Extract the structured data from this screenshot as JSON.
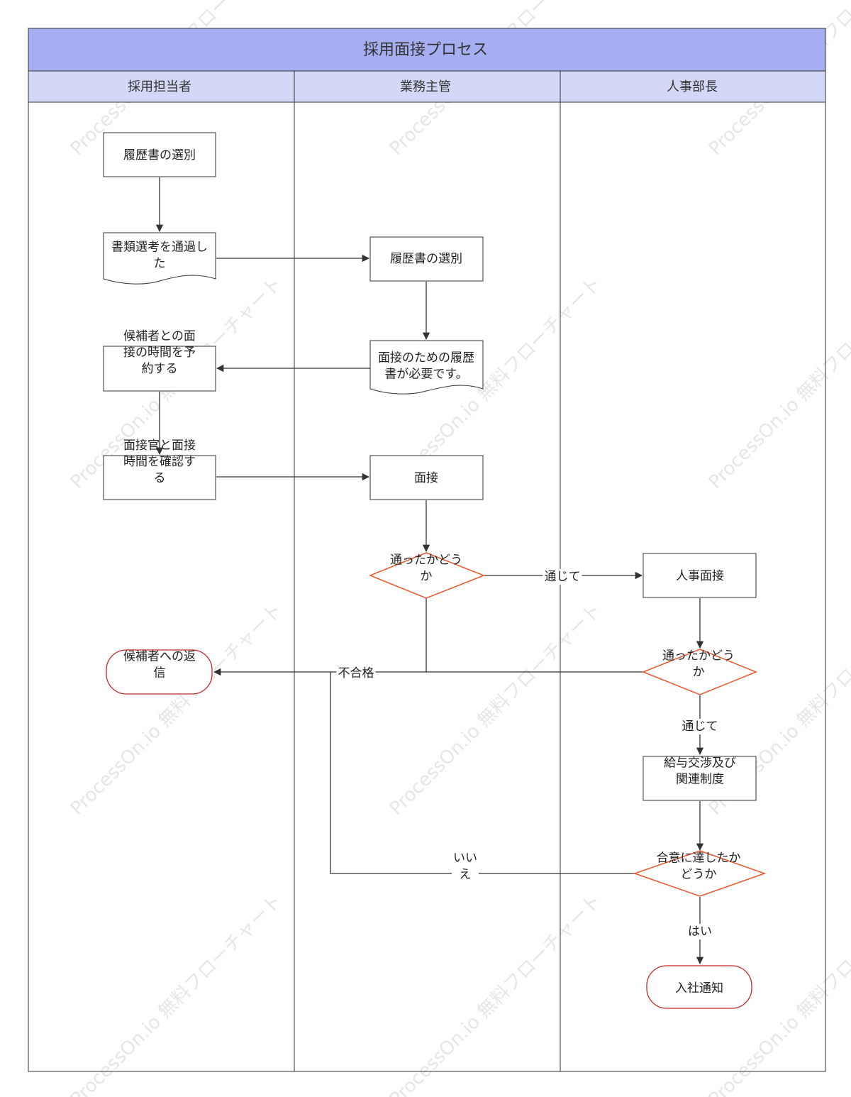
{
  "title": "採用面接プロセス",
  "lanes": [
    "採用担当者",
    "業務主管",
    "人事部長"
  ],
  "nodes": {
    "hr_screen": [
      "履歴書の選別"
    ],
    "doc_passed": [
      "書類選考を通過し",
      "た"
    ],
    "biz_screen": [
      "履歴書の選別"
    ],
    "need_resume": [
      "面接のための履歴",
      "書が必要です。"
    ],
    "schedule": [
      "候補者との面",
      "接の時間を予",
      "約する"
    ],
    "confirm": [
      "面接官と面接",
      "時間を確認す",
      "る"
    ],
    "interview": [
      "面接"
    ],
    "decision1": [
      "通ったかどう",
      "か"
    ],
    "hr_interview": [
      "人事面接"
    ],
    "reply": [
      "候補者への返",
      "信"
    ],
    "decision2": [
      "通ったかどう",
      "か"
    ],
    "salary": [
      "給与交渉及び",
      "関連制度"
    ],
    "decision3": [
      "合意に達したか",
      "どうか"
    ],
    "offer": [
      "入社通知"
    ]
  },
  "edge_labels": {
    "pass1": [
      "通じて"
    ],
    "fail": [
      "不合格"
    ],
    "pass2": [
      "通じて"
    ],
    "no": [
      "いい",
      "え"
    ],
    "yes": [
      "はい"
    ]
  },
  "watermark": "ProcessOn.io 無料フローチャート",
  "colors": {
    "title_bg": "#a5aef0",
    "lane_header_bg": "#d4d8f7",
    "decision_stroke": "#e8562a",
    "terminal_stroke": "#c62828",
    "line": "#333333"
  }
}
